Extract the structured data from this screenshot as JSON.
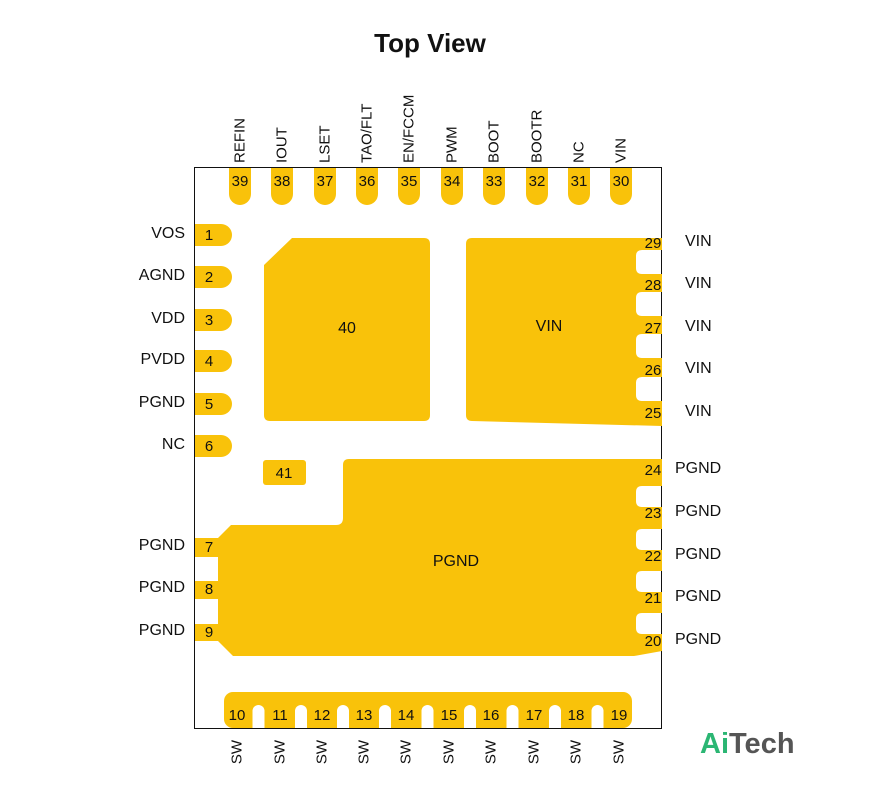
{
  "title": "Top View",
  "colors": {
    "pad": "#F9C20A",
    "outline": "#111111",
    "brand_green": "#2bb673",
    "brand_gray": "#555555"
  },
  "pins_top": [
    {
      "num": "39",
      "name": "REFIN"
    },
    {
      "num": "38",
      "name": "IOUT"
    },
    {
      "num": "37",
      "name": "LSET"
    },
    {
      "num": "36",
      "name": "TAO/FLT"
    },
    {
      "num": "35",
      "name": "EN/FCCM"
    },
    {
      "num": "34",
      "name": "PWM"
    },
    {
      "num": "33",
      "name": "BOOT"
    },
    {
      "num": "32",
      "name": "BOOTR"
    },
    {
      "num": "31",
      "name": "NC"
    },
    {
      "num": "30",
      "name": "VIN"
    }
  ],
  "pins_left": [
    {
      "num": "1",
      "name": "VOS"
    },
    {
      "num": "2",
      "name": "AGND"
    },
    {
      "num": "3",
      "name": "VDD"
    },
    {
      "num": "4",
      "name": "PVDD"
    },
    {
      "num": "5",
      "name": "PGND"
    },
    {
      "num": "6",
      "name": "NC"
    },
    {
      "num": "7",
      "name": "PGND"
    },
    {
      "num": "8",
      "name": "PGND"
    },
    {
      "num": "9",
      "name": "PGND"
    }
  ],
  "pins_right": [
    {
      "num": "29",
      "name": "VIN"
    },
    {
      "num": "28",
      "name": "VIN"
    },
    {
      "num": "27",
      "name": "VIN"
    },
    {
      "num": "26",
      "name": "VIN"
    },
    {
      "num": "25",
      "name": "VIN"
    },
    {
      "num": "24",
      "name": "PGND"
    },
    {
      "num": "23",
      "name": "PGND"
    },
    {
      "num": "22",
      "name": "PGND"
    },
    {
      "num": "21",
      "name": "PGND"
    },
    {
      "num": "20",
      "name": "PGND"
    }
  ],
  "pins_bottom": [
    {
      "num": "10",
      "name": "SW"
    },
    {
      "num": "11",
      "name": "SW"
    },
    {
      "num": "12",
      "name": "SW"
    },
    {
      "num": "13",
      "name": "SW"
    },
    {
      "num": "14",
      "name": "SW"
    },
    {
      "num": "15",
      "name": "SW"
    },
    {
      "num": "16",
      "name": "SW"
    },
    {
      "num": "17",
      "name": "SW"
    },
    {
      "num": "18",
      "name": "SW"
    },
    {
      "num": "19",
      "name": "SW"
    }
  ],
  "pads": {
    "pad40": "40",
    "vin_pad": "VIN",
    "pad41": "41",
    "pgnd_pad": "PGND"
  },
  "brand": {
    "ai": "Ai",
    "tech": "Tech"
  }
}
